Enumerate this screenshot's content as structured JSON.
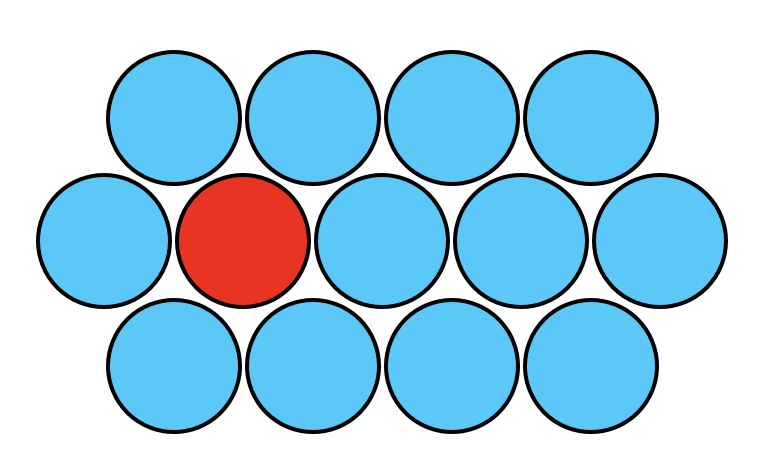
{
  "board": {
    "rows": [
      {
        "cells": [
          "blue",
          "blue",
          "blue",
          "blue"
        ]
      },
      {
        "cells": [
          "blue",
          "red",
          "blue",
          "blue",
          "blue"
        ]
      },
      {
        "cells": [
          "blue",
          "blue",
          "blue",
          "blue"
        ]
      }
    ],
    "selected": {
      "row": 1,
      "col": 1
    }
  },
  "colors": {
    "blue": "#5bc8f8",
    "red": "#e83422",
    "outline": "#000000",
    "background": "#ffffff"
  }
}
